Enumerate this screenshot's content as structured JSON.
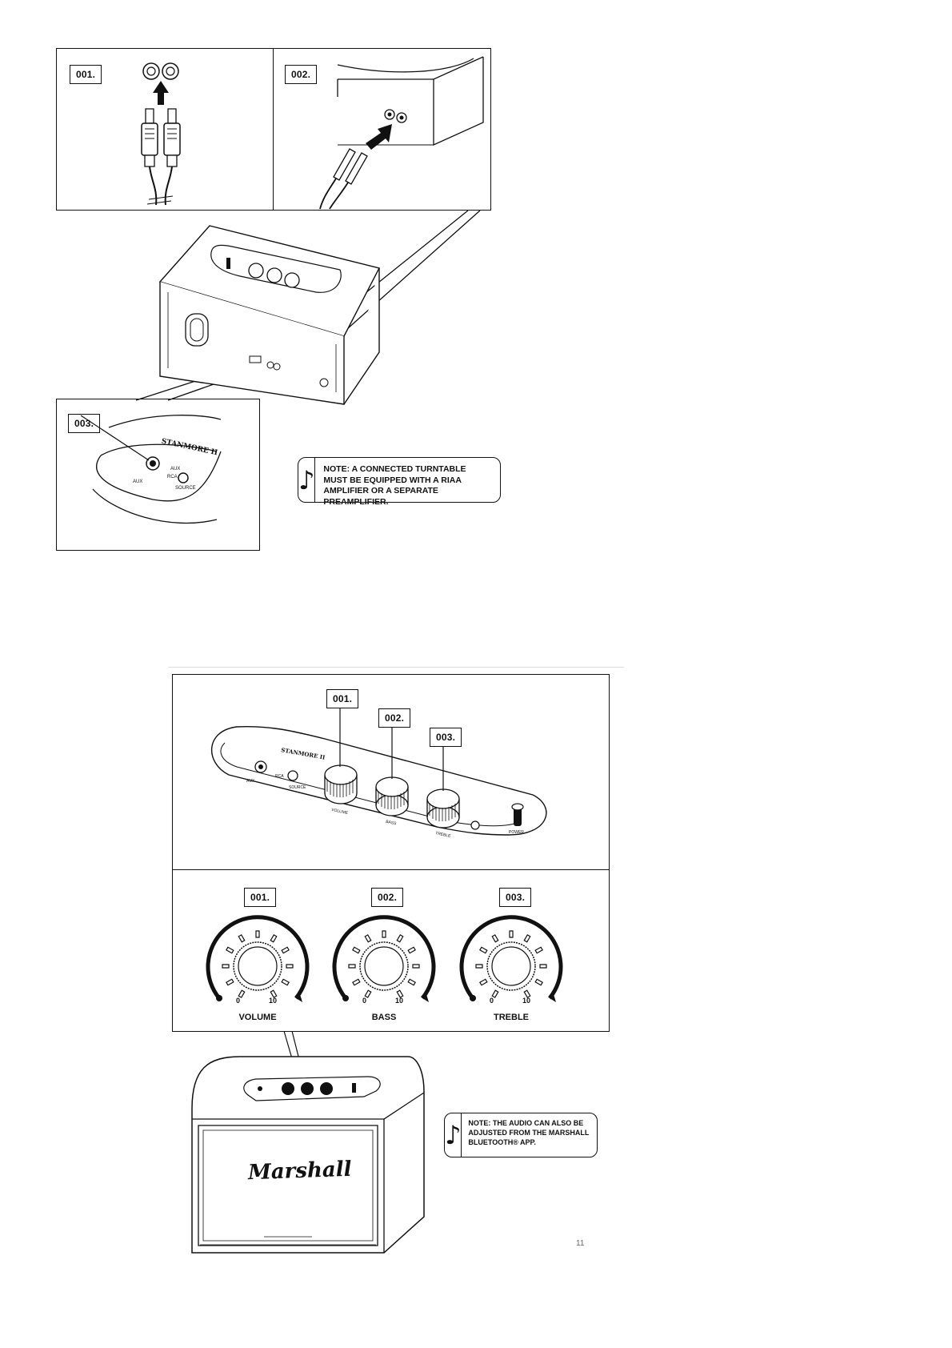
{
  "top_section": {
    "panel_1": {
      "label": "001."
    },
    "panel_2": {
      "label": "002."
    },
    "panel_3": {
      "label": "003.",
      "brand": "STANMORE II",
      "jack_label": "AUX",
      "source_labels": [
        "AUX",
        "RCA"
      ],
      "source_button": "SOURCE"
    },
    "note": {
      "icon": "music-note-icon",
      "text": "NOTE: A CONNECTED TURNTABLE MUST BE EQUIPPED WITH A RIAA AMPLIFIER OR A SEPARATE PREAMPLIFIER."
    }
  },
  "bottom_section": {
    "panel_top": {
      "brand": "STANMORE II",
      "callouts": [
        "001.",
        "002.",
        "003."
      ],
      "aux": "AUX",
      "rca": "RCA",
      "source": "SOURCE",
      "knob_names": [
        "VOLUME",
        "BASS",
        "TREBLE"
      ],
      "switch_label": "POWER"
    },
    "knobs": [
      {
        "label": "001.",
        "name": "VOLUME",
        "min": "0",
        "max": "10"
      },
      {
        "label": "002.",
        "name": "BASS",
        "min": "0",
        "max": "10"
      },
      {
        "label": "003.",
        "name": "TREBLE",
        "min": "0",
        "max": "10"
      }
    ],
    "speaker_logo": "Marshall",
    "note": {
      "icon": "music-note-icon",
      "text": "NOTE: THE AUDIO CAN ALSO BE ADJUSTED FROM THE MARSHALL BLUETOOTH® APP."
    }
  },
  "page_number": "11"
}
